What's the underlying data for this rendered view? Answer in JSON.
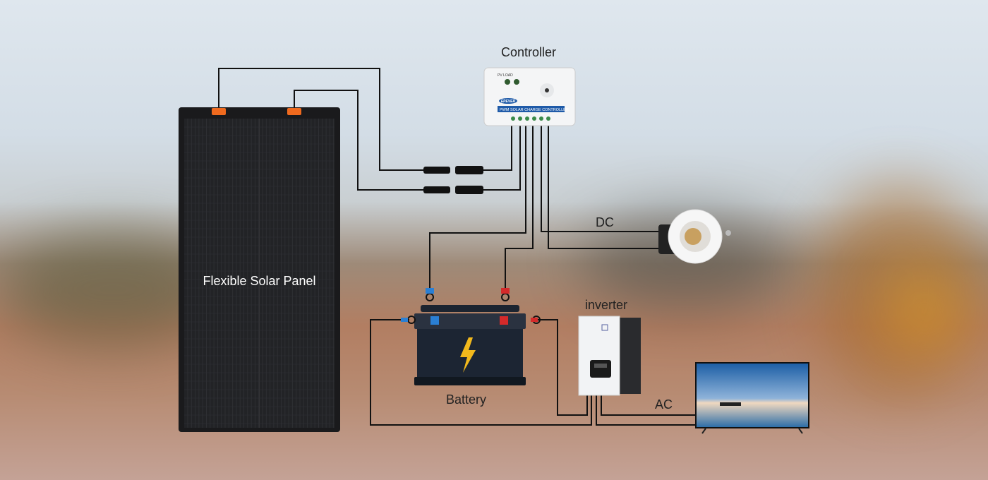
{
  "labels": {
    "controller": "Controller",
    "panel": "Flexible Solar Panel",
    "dc": "DC",
    "inverter": "inverter",
    "battery": "Battery",
    "ac": "AC"
  },
  "controller_device": {
    "brand": "EPEVER",
    "model_text": "PWM SOLAR CHARGE CONTROLLER",
    "indicators": "PV LOAD"
  },
  "colors": {
    "wire": "#111111",
    "positive": "#d42a2a",
    "negative": "#2a7fd4",
    "connector_orange": "#f06a1e",
    "bolt": "#f2b91c"
  }
}
